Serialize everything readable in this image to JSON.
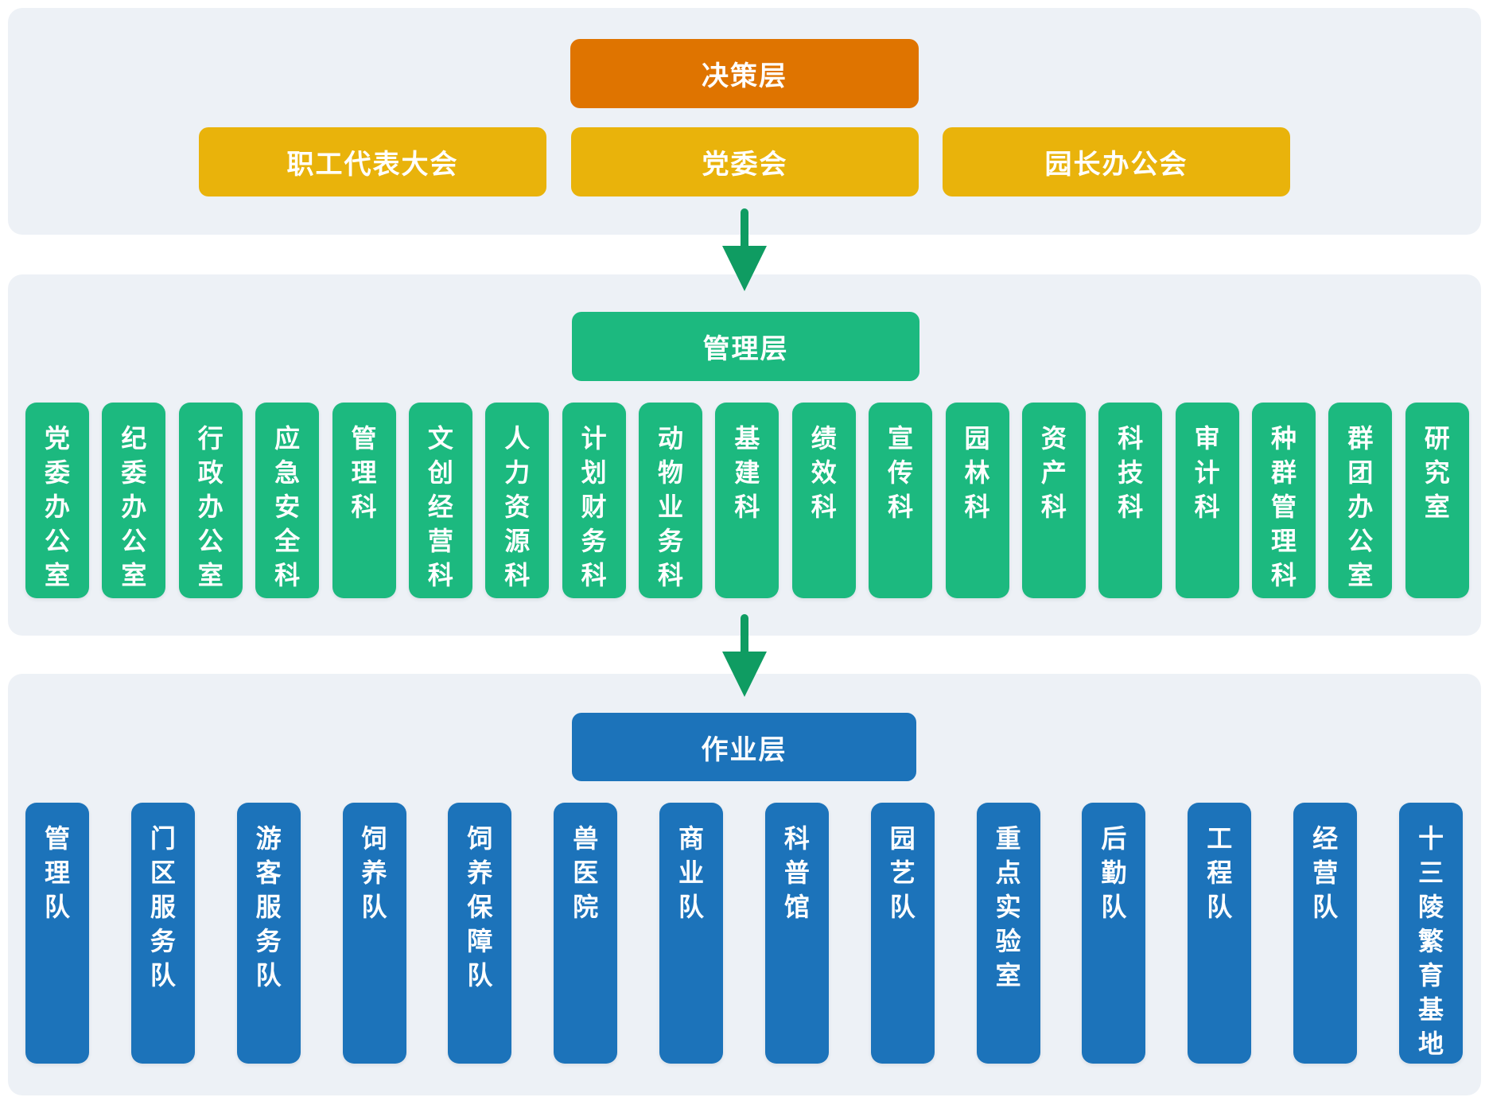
{
  "colors": {
    "page_background": "#FFFFFF",
    "panel_background": "#EDF1F6",
    "decision_header": "#DF7400",
    "decision_items": "#E9B30B",
    "management_green": "#1CB97F",
    "operation_blue": "#1C73BA",
    "arrow_green": "#0F9C62",
    "box_text": "#FFFFFF"
  },
  "layers": {
    "decision": {
      "title": "决策层",
      "items": [
        "职工代表大会",
        "党委会",
        "园长办公会"
      ]
    },
    "management": {
      "title": "管理层",
      "departments": [
        "党委办公室",
        "纪委办公室",
        "行政办公室",
        "应急安全科",
        "管理科",
        "文创经营科",
        "人力资源科",
        "计划财务科",
        "动物业务科",
        "基建科",
        "绩效科",
        "宣传科",
        "园林科",
        "资产科",
        "科技科",
        "审计科",
        "种群管理科",
        "群团办公室",
        "研究室"
      ]
    },
    "operation": {
      "title": "作业层",
      "units": [
        "管理队",
        "门区服务队",
        "游客服务队",
        "饲养队",
        "饲养保障队",
        "兽医院",
        "商业队",
        "科普馆",
        "园艺队",
        "重点实验室",
        "后勤队",
        "工程队",
        "经营队",
        "十三陵繁育基地"
      ]
    }
  }
}
